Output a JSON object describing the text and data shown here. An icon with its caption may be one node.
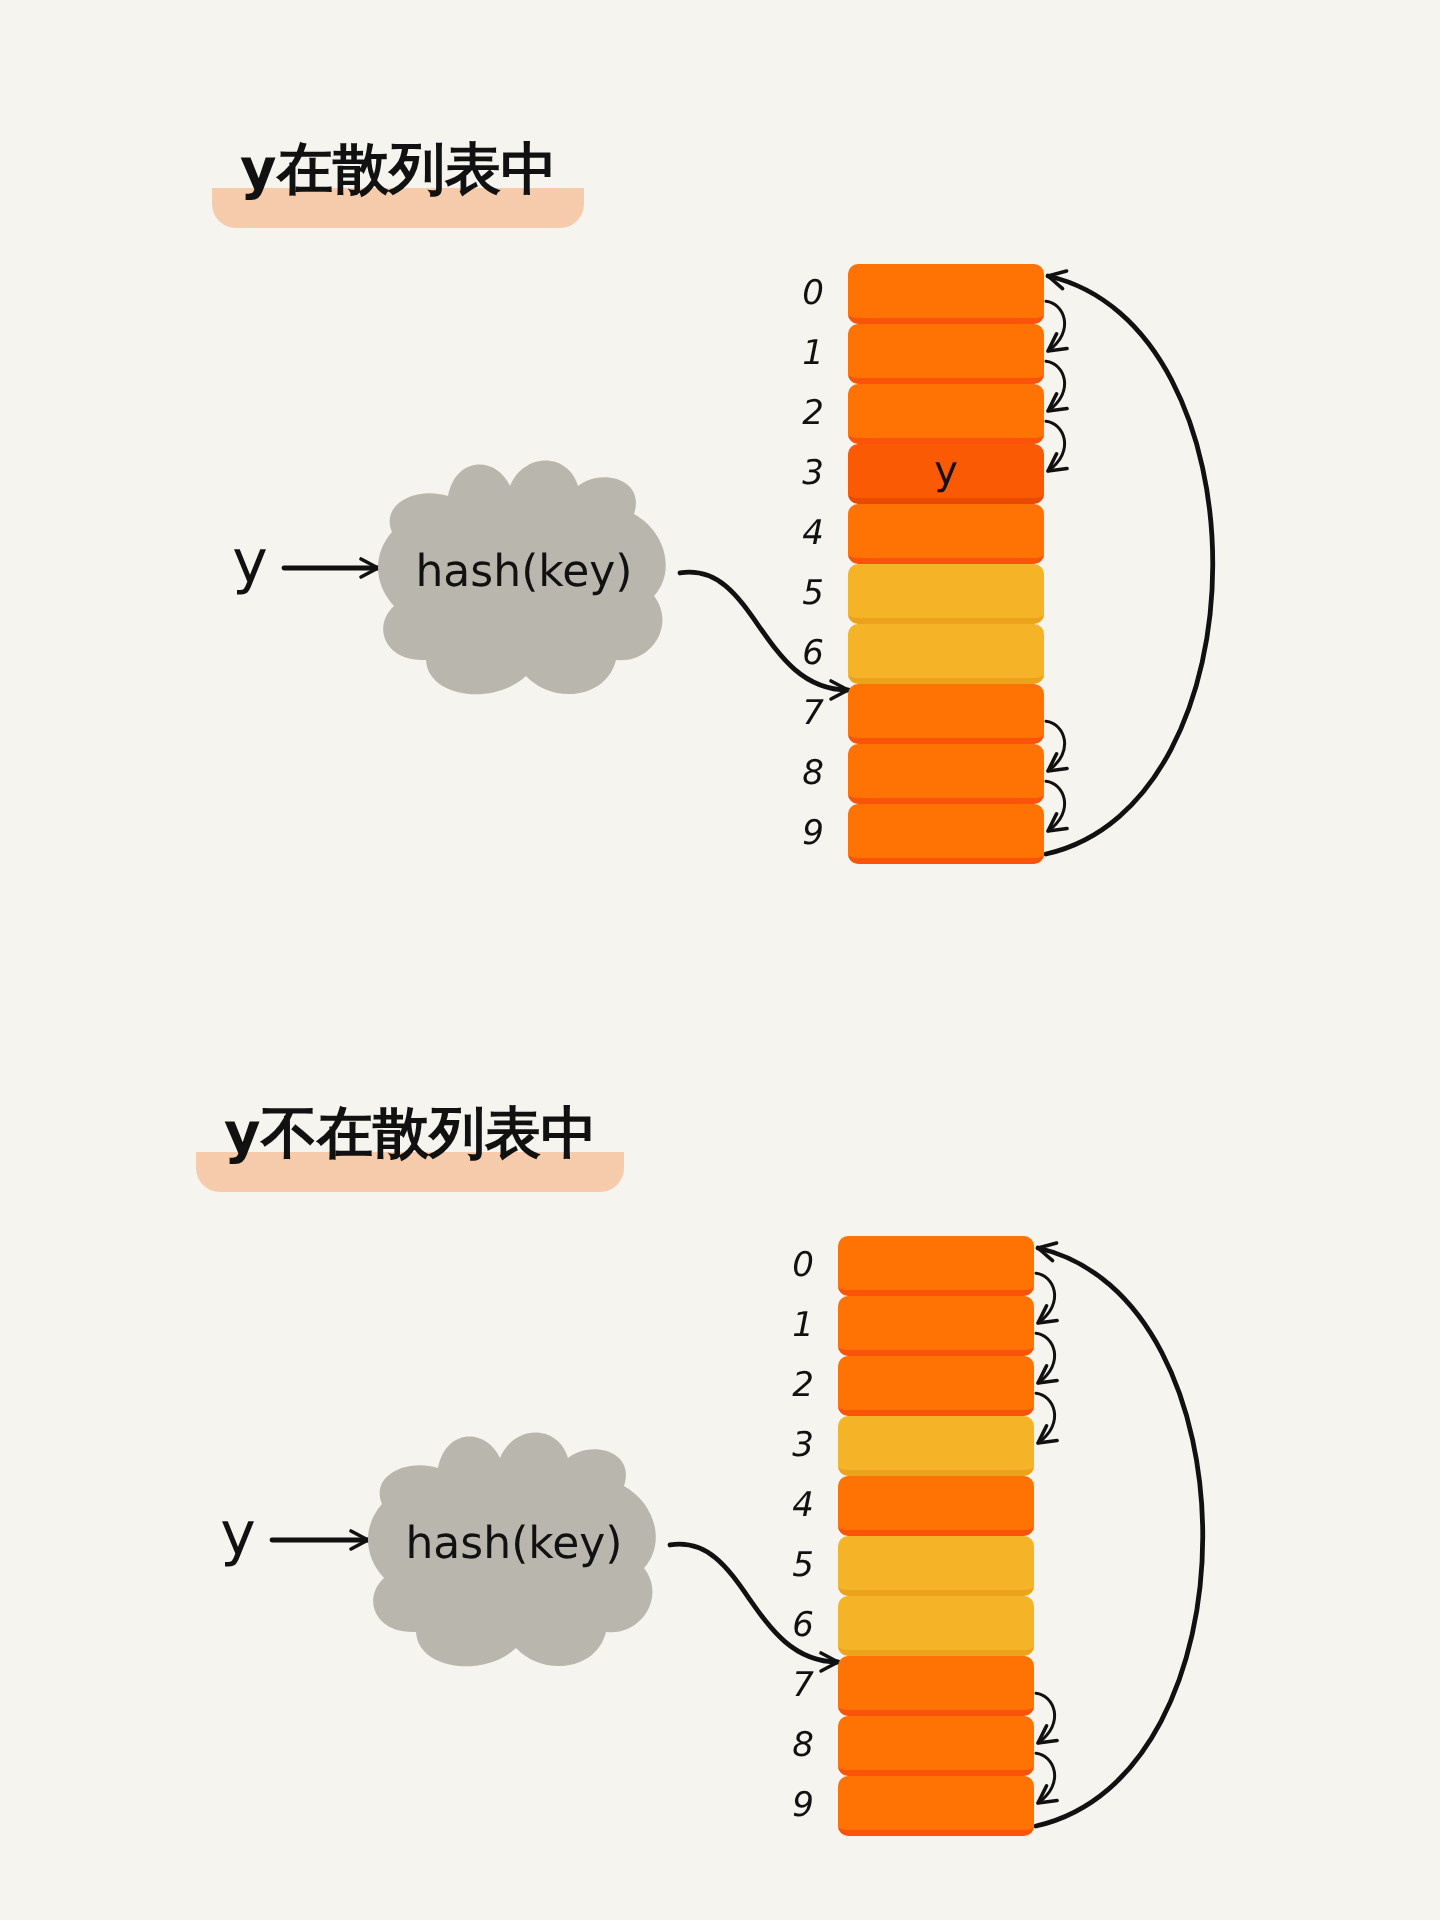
{
  "diagram": {
    "nodes": [
      {
        "text": [
          "y"
        ]
      },
      {
        "text": [
          "hash(key)"
        ]
      },
      {
        "text": [],
        "shape": "box",
        "beside": [
          "0"
        ]
      },
      {
        "text": [],
        "shape": "box",
        "beside": [
          "1"
        ]
      },
      {
        "text": [],
        "shape": "box",
        "beside": [
          "2"
        ]
      },
      {
        "text": [
          "y"
        ],
        "beside": [
          "3"
        ]
      },
      {
        "text": [],
        "shape": "box",
        "beside": [
          "4"
        ]
      },
      {
        "text": [],
        "shape": "box",
        "beside": [
          "5"
        ]
      },
      {
        "text": [],
        "shape": "box",
        "beside": [
          "6"
        ]
      },
      {
        "text": [],
        "shape": "box",
        "beside": [
          "7"
        ]
      },
      {
        "text": [],
        "shape": "box",
        "beside": [
          "8"
        ]
      },
      {
        "text": [],
        "shape": "box",
        "beside": [
          "9"
        ]
      },
      {
        "text": [
          "y"
        ]
      },
      {
        "text": [
          "hash(key)"
        ]
      },
      {
        "text": [],
        "shape": "box",
        "beside": [
          "0"
        ]
      },
      {
        "text": [],
        "shape": "box",
        "beside": [
          "1"
        ]
      },
      {
        "text": [],
        "shape": "box",
        "beside": [
          "2"
        ]
      },
      {
        "text": [],
        "shape": "box",
        "beside": [
          "3"
        ]
      },
      {
        "text": [],
        "shape": "box",
        "beside": [
          "4"
        ]
      },
      {
        "text": [],
        "shape": "box",
        "beside": [
          "5"
        ]
      },
      {
        "text": [],
        "shape": "box",
        "beside": [
          "6"
        ]
      },
      {
        "text": [],
        "shape": "box",
        "beside": [
          "7"
        ]
      },
      {
        "text": [],
        "shape": "box",
        "beside": [
          "8"
        ]
      },
      {
        "text": [],
        "shape": "box",
        "beside": [
          "9"
        ]
      }
    ],
    "edges": [
      {
        "from": 0,
        "to": 1,
        "arrow": "to"
      },
      {
        "from": 1,
        "to": 9,
        "arrow": "to"
      },
      {
        "from": 9,
        "to": 10,
        "arrow": "to"
      },
      {
        "from": 10,
        "to": 11,
        "arrow": "to"
      },
      {
        "from": 11,
        "to": 2,
        "arrow": "to"
      },
      {
        "from": 2,
        "to": 3,
        "arrow": "to"
      },
      {
        "from": 3,
        "to": 4,
        "arrow": "to"
      },
      {
        "from": 4,
        "to": 5,
        "arrow": "to"
      },
      {
        "from": 12,
        "to": 13,
        "arrow": "to"
      },
      {
        "from": 13,
        "to": 21,
        "arrow": "to"
      },
      {
        "from": 21,
        "to": 22,
        "arrow": "to"
      },
      {
        "from": 22,
        "to": 23,
        "arrow": "to"
      },
      {
        "from": 23,
        "to": 14,
        "arrow": "to"
      },
      {
        "from": 14,
        "to": 15,
        "arrow": "to"
      },
      {
        "from": 15,
        "to": 16,
        "arrow": "to"
      },
      {
        "from": 16,
        "to": 17,
        "arrow": "to"
      }
    ],
    "labels": [
      "y在散列表中",
      "y不在散列表中"
    ]
  }
}
